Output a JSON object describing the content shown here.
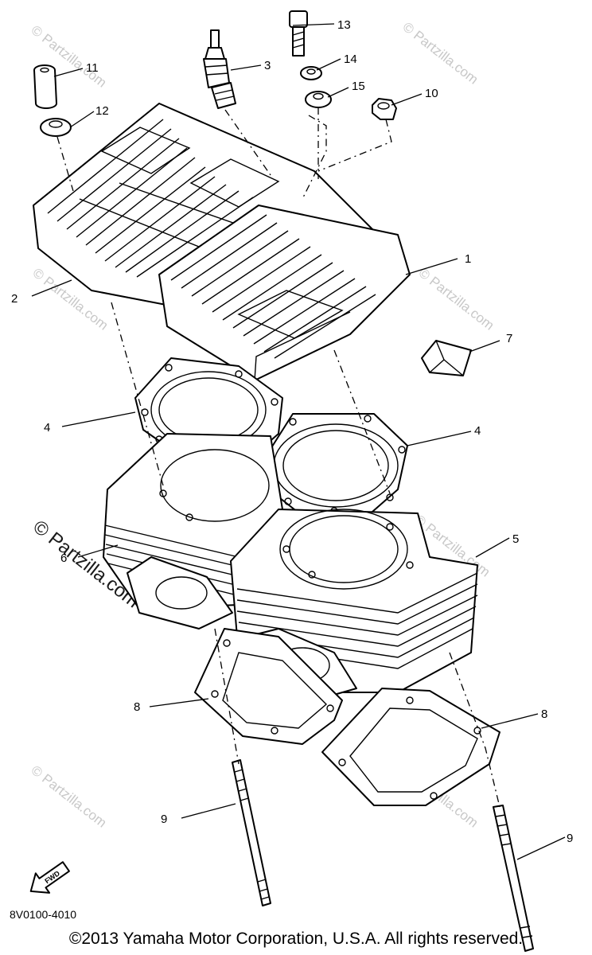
{
  "callouts": [
    {
      "id": "callout-1",
      "label": "1"
    },
    {
      "id": "callout-2",
      "label": "2"
    },
    {
      "id": "callout-3",
      "label": "3"
    },
    {
      "id": "callout-4a",
      "label": "4"
    },
    {
      "id": "callout-4b",
      "label": "4"
    },
    {
      "id": "callout-5",
      "label": "5"
    },
    {
      "id": "callout-6",
      "label": "6"
    },
    {
      "id": "callout-7",
      "label": "7"
    },
    {
      "id": "callout-8a",
      "label": "8"
    },
    {
      "id": "callout-8b",
      "label": "8"
    },
    {
      "id": "callout-9a",
      "label": "9"
    },
    {
      "id": "callout-9b",
      "label": "9"
    },
    {
      "id": "callout-10",
      "label": "10"
    },
    {
      "id": "callout-11",
      "label": "11"
    },
    {
      "id": "callout-12",
      "label": "12"
    },
    {
      "id": "callout-13",
      "label": "13"
    },
    {
      "id": "callout-14",
      "label": "14"
    },
    {
      "id": "callout-15",
      "label": "15"
    }
  ],
  "watermark": {
    "text": "© Partzilla.com",
    "big_text": "© Partzilla.com",
    "color": "#c8c8c8"
  },
  "fwd_label": "FWD",
  "catalog_number": "8V0100-4010",
  "copyright": "©2013 Yamaha Motor Corporation, U.S.A. All rights reserved."
}
